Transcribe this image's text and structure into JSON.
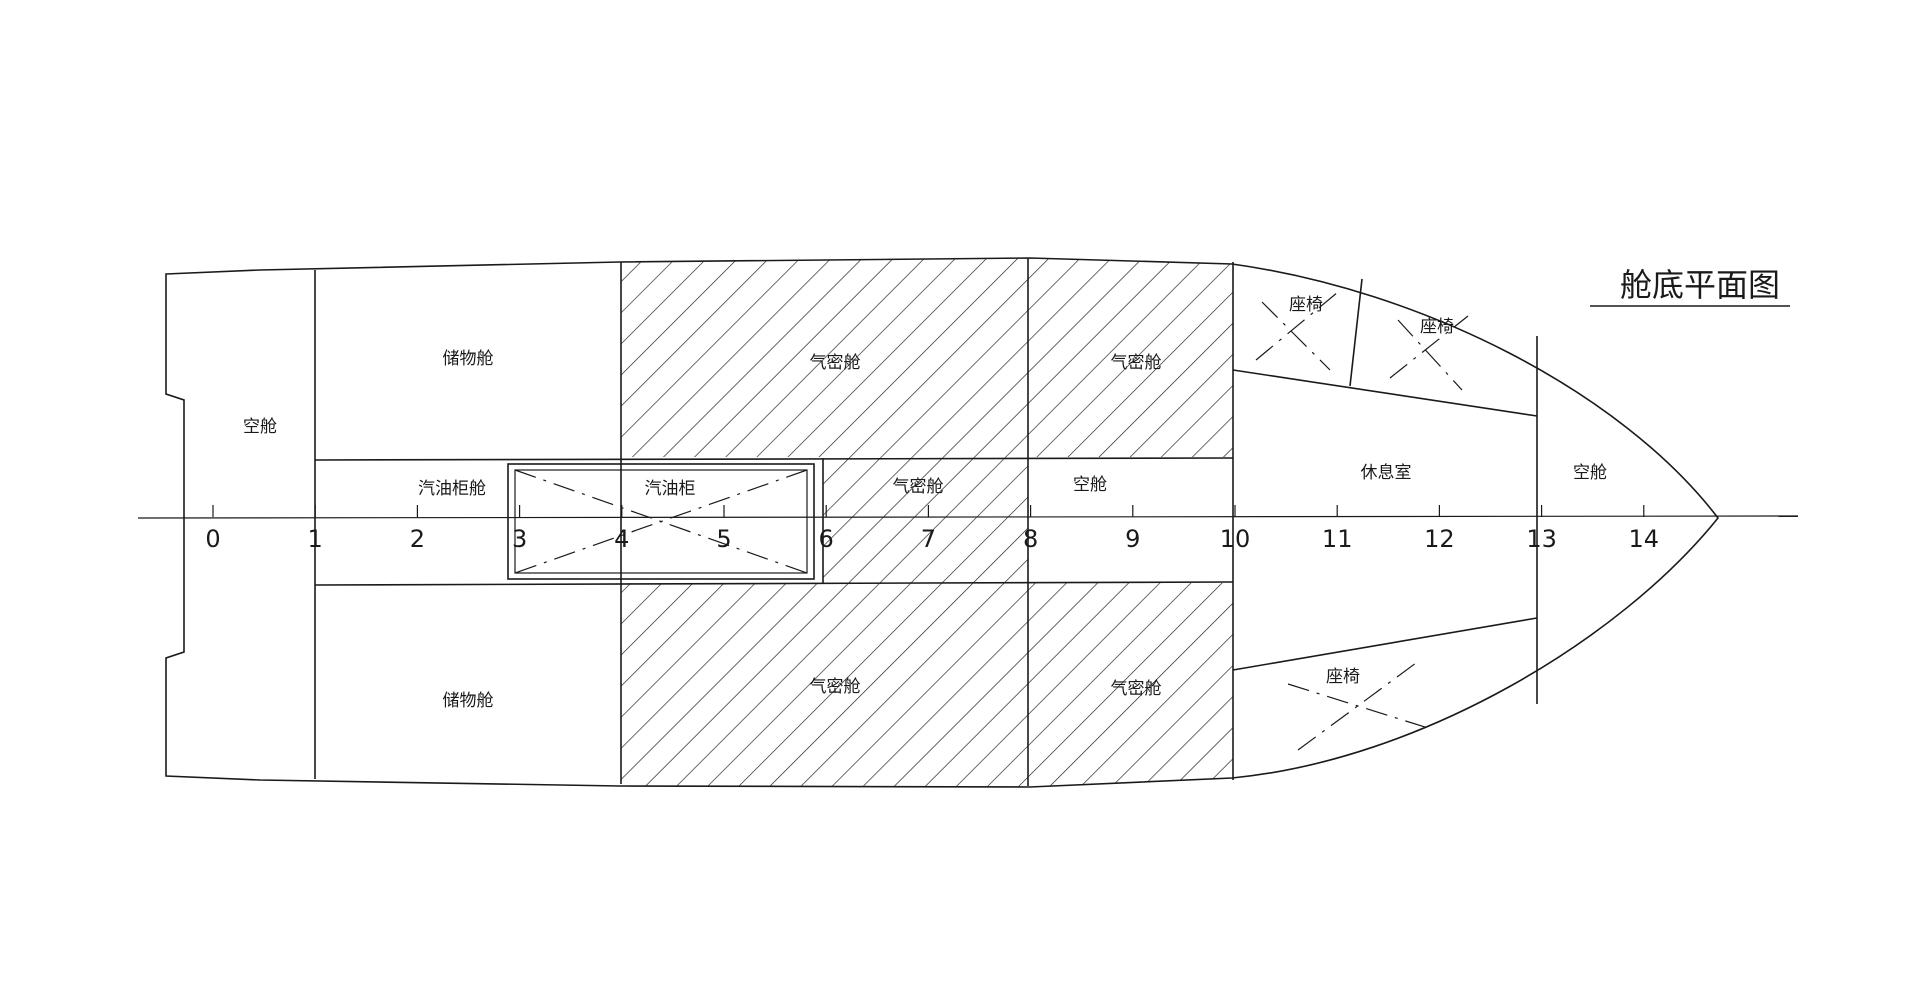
{
  "title": "舱底平面图",
  "frame_numbers": [
    "0",
    "1",
    "2",
    "3",
    "4",
    "5",
    "6",
    "7",
    "8",
    "9",
    "10",
    "11",
    "12",
    "13",
    "14"
  ],
  "compartments": {
    "void_aft": "空舱",
    "storage_top": "储物舱",
    "storage_bottom": "储物舱",
    "fuel_tank_room": "汽油柜舱",
    "fuel_tank": "汽油柜",
    "airtight_top_a": "气密舱",
    "airtight_top_b": "气密舱",
    "airtight_bottom_a": "气密舱",
    "airtight_bottom_b": "气密舱",
    "airtight_center": "气密舱",
    "void_center": "空舱",
    "lounge": "休息室",
    "void_bow": "空舱",
    "seat_1": "座椅",
    "seat_2": "座椅",
    "seat_3": "座椅"
  }
}
